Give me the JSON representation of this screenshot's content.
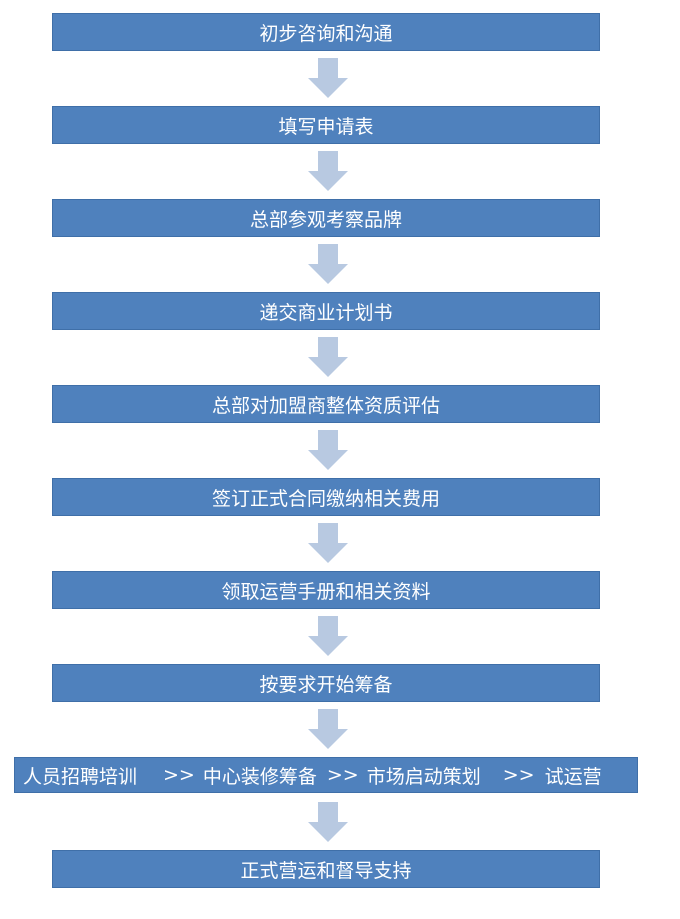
{
  "steps": [
    "初步咨询和沟通",
    "填写申请表",
    "总部参观考察品牌",
    "递交商业计划书",
    "总部对加盟商整体资质评估",
    "签订正式合同缴纳相关费用",
    "领取运营手册和相关资料",
    "按要求开始筹备"
  ],
  "parallel_step": {
    "items": [
      "人员招聘培训",
      "中心装修筹备",
      "市场启动策划",
      "试运营"
    ],
    "separator": ">>"
  },
  "final_step": "正式营运和督导支持",
  "colors": {
    "box": "#4f81bd",
    "arrow": "#b8c9e1"
  }
}
